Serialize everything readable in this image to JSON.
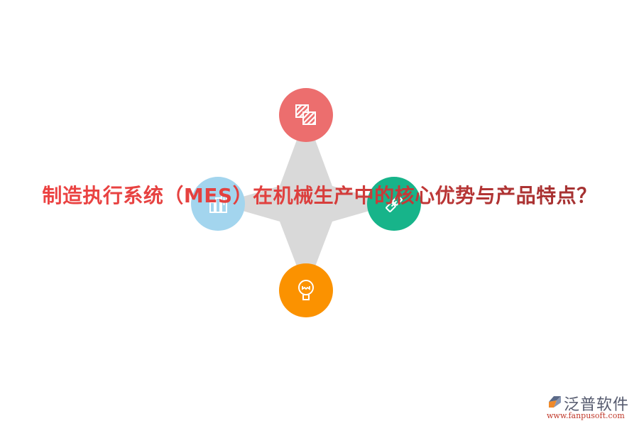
{
  "title": "制造执行系统（MES）在机械生产中的核心优势与产品特点？",
  "diagram": {
    "center_shape_color": "#d9d9d9",
    "nodes": [
      {
        "position": "top",
        "icon": "layers-icon",
        "color": "#ec6e6e"
      },
      {
        "position": "left",
        "icon": "bar-chart-icon",
        "color": "#a3d5ee"
      },
      {
        "position": "right",
        "icon": "link-icon",
        "color": "#17b48a"
      },
      {
        "position": "bottom",
        "icon": "lightbulb-icon",
        "color": "#fb9200"
      }
    ]
  },
  "logo": {
    "name": "泛普软件",
    "url": "www.fanpusoft.com"
  },
  "colors": {
    "title_start": "#ee4444",
    "title_end": "#9e3030"
  }
}
